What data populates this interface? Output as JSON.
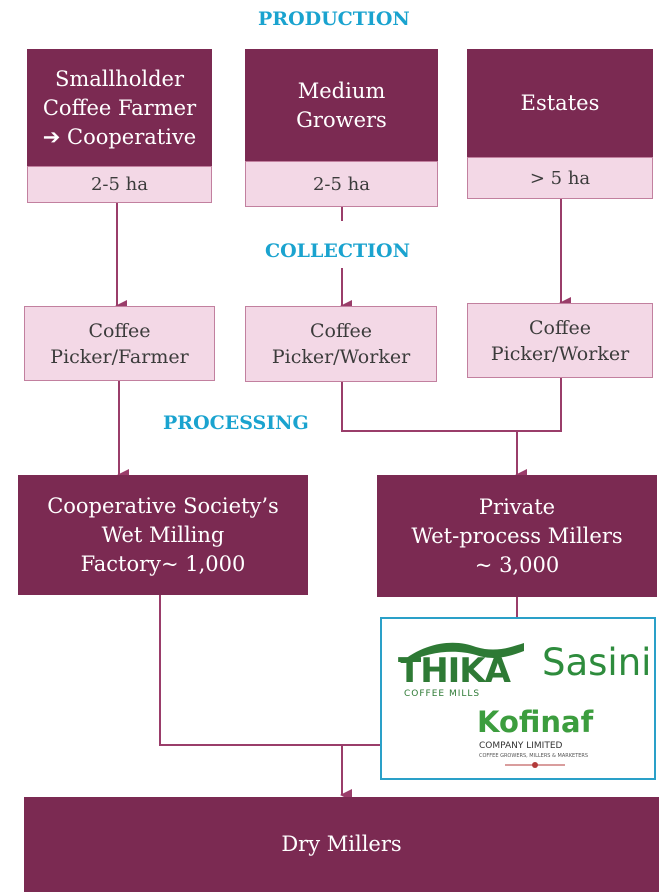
{
  "stages": {
    "production": "PRODUCTION",
    "collection": "COLLECTION",
    "processing": "PROCESSING"
  },
  "producers": {
    "smallholder": "Smallholder\nCoffee Farmer\n➔ Cooperative",
    "smallholder_size": "2-5 ha",
    "medium": "Medium\nGrowers",
    "medium_size": "2-5 ha",
    "estates": "Estates",
    "estates_size": "> 5 ha"
  },
  "collectors": {
    "farmer": "Coffee\nPicker/Farmer",
    "medium_worker": "Coffee\nPicker/Worker",
    "estate_worker": "Coffee\nPicker/Worker"
  },
  "processors": {
    "cooperative": "Cooperative Society’s\nWet Milling\nFactory~ 1,000",
    "private": "Private\nWet-process Millers\n~ 3,000"
  },
  "logos": {
    "thika": "THIKA",
    "thika_sub": "COFFEE MILLS",
    "sasini": "Sasini",
    "kofinaf": "Kofinaf",
    "kofinaf_sub": "COMPANY LIMITED",
    "kofinaf_tag": "COFFEE GROWERS, MILLERS & MARKETERS"
  },
  "dry_millers": "Dry Millers",
  "colors": {
    "dark_box": "#7b2a52",
    "light_box": "#f3d8e6",
    "stage_label": "#1aa3cf",
    "connector": "#9a3d6a",
    "logo_border": "#2aa0c8"
  }
}
